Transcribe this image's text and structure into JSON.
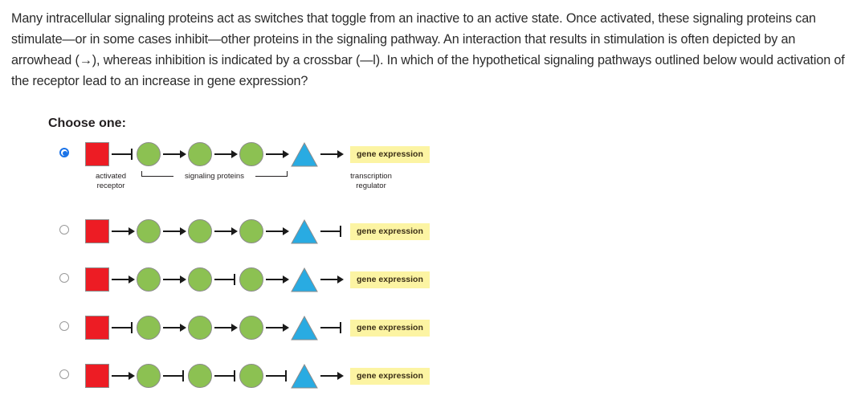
{
  "question": {
    "stem": "Many intracellular signaling proteins act as switches that toggle from an inactive to an active state. Once activated, these signaling proteins can stimulate—or in some cases inhibit—other proteins in the signaling pathway. An interaction that results in stimulation is often depicted by an arrowhead (→), whereas inhibition is indicated by a crossbar (—l). In which of the hypothetical signaling pathways outlined below would activation of the receptor lead to an increase in gene expression?",
    "choose_label": "Choose one:"
  },
  "colors": {
    "receptor_square": "#ed1c24",
    "signaling_circle": "#8cc152",
    "transcription_triangle": "#29abe2",
    "gene_chip_bg": "#fcf4a3",
    "radio_selected": "#1a73e8",
    "connector": "#1a1a1a"
  },
  "annotations": {
    "activated_receptor": "activated\nreceptor",
    "activated_receptor_line1": "activated",
    "activated_receptor_line2": "receptor",
    "signaling_proteins": "signaling proteins",
    "transcription_regulator_line1": "transcription",
    "transcription_regulator_line2": "regulator",
    "gene_expression": "gene expression"
  },
  "options": [
    {
      "id": "option-1",
      "selected": true,
      "connectors": [
        "crossbar",
        "arrow",
        "arrow",
        "arrow",
        "arrow"
      ],
      "nodes": [
        "receptor-square",
        "signaling-circle",
        "signaling-circle",
        "signaling-circle",
        "transcription-triangle"
      ],
      "gene_expression": "gene expression",
      "annotated": true
    },
    {
      "id": "option-2",
      "selected": false,
      "connectors": [
        "arrow",
        "arrow",
        "arrow",
        "arrow",
        "crossbar"
      ],
      "nodes": [
        "receptor-square",
        "signaling-circle",
        "signaling-circle",
        "signaling-circle",
        "transcription-triangle"
      ],
      "gene_expression": "gene expression",
      "annotated": false
    },
    {
      "id": "option-3",
      "selected": false,
      "connectors": [
        "arrow",
        "arrow",
        "crossbar",
        "arrow",
        "arrow"
      ],
      "nodes": [
        "receptor-square",
        "signaling-circle",
        "signaling-circle",
        "signaling-circle",
        "transcription-triangle"
      ],
      "gene_expression": "gene expression",
      "annotated": false
    },
    {
      "id": "option-4",
      "selected": false,
      "connectors": [
        "crossbar",
        "arrow",
        "arrow",
        "arrow",
        "crossbar"
      ],
      "nodes": [
        "receptor-square",
        "signaling-circle",
        "signaling-circle",
        "signaling-circle",
        "transcription-triangle"
      ],
      "gene_expression": "gene expression",
      "annotated": false
    },
    {
      "id": "option-5",
      "selected": false,
      "connectors": [
        "arrow",
        "crossbar",
        "crossbar",
        "crossbar",
        "arrow"
      ],
      "nodes": [
        "receptor-square",
        "signaling-circle",
        "signaling-circle",
        "signaling-circle",
        "transcription-triangle"
      ],
      "gene_expression": "gene expression",
      "annotated": false
    }
  ]
}
